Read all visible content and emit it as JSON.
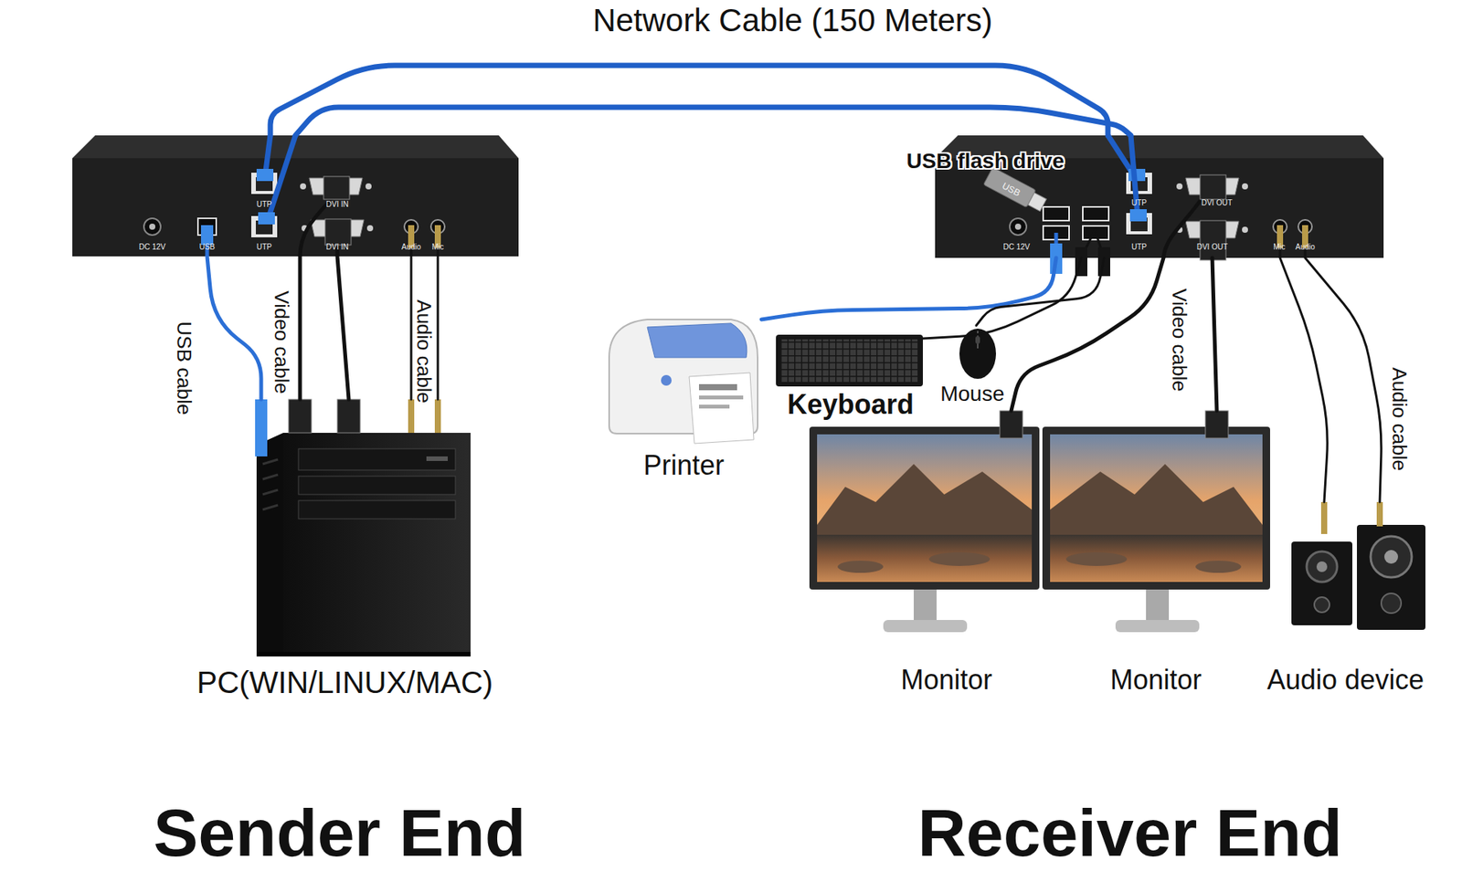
{
  "diagram": {
    "nodes": [
      {
        "text": [
          "UTP",
          "DVI IN",
          "DC 12V",
          "USB",
          "UTP",
          "DVI IN",
          "Audio",
          "Mic"
        ]
      },
      {
        "text": [
          "UTP",
          "DVI OUT",
          "DC 12V",
          "UTP",
          "DVI OUT",
          "Mic",
          "Audio"
        ]
      },
      {
        "text": [
          "USB flash drive",
          "USB"
        ]
      },
      {
        "text": [
          "PC(WIN/LINUX/MAC)"
        ]
      },
      {
        "text": [
          "Printer"
        ]
      },
      {
        "text": [
          "Keyboard"
        ]
      },
      {
        "text": [
          "Mouse"
        ]
      },
      {
        "text": [
          "Monitor"
        ]
      },
      {
        "text": [
          "Monitor"
        ]
      },
      {
        "text": [
          "Audio device"
        ]
      }
    ],
    "edges": [
      {
        "from": 0,
        "to": 1,
        "label": "Network Cable (150 Meters)",
        "arrow": "none"
      },
      {
        "from": 0,
        "to": 1,
        "arrow": "none"
      },
      {
        "from": 0,
        "to": 3,
        "label": "USB cable",
        "arrow": "none"
      },
      {
        "from": 0,
        "to": 3,
        "label": "Video cable",
        "arrow": "none"
      },
      {
        "from": 0,
        "to": 3,
        "arrow": "none"
      },
      {
        "from": 0,
        "to": 3,
        "label": "Audio cable",
        "arrow": "none"
      },
      {
        "from": 0,
        "to": 3,
        "arrow": "none"
      },
      {
        "from": 1,
        "to": 4,
        "arrow": "none"
      },
      {
        "from": 1,
        "to": 5,
        "arrow": "none"
      },
      {
        "from": 1,
        "to": 6,
        "arrow": "none"
      },
      {
        "from": 1,
        "to": 7,
        "arrow": "none"
      },
      {
        "from": 1,
        "to": 8,
        "label": "Video cable",
        "arrow": "none"
      },
      {
        "from": 1,
        "to": 9,
        "label": "Audio cable",
        "arrow": "none"
      },
      {
        "from": 1,
        "to": 9,
        "arrow": "none"
      }
    ],
    "labels": [
      "Sender End",
      "Receiver End"
    ]
  }
}
